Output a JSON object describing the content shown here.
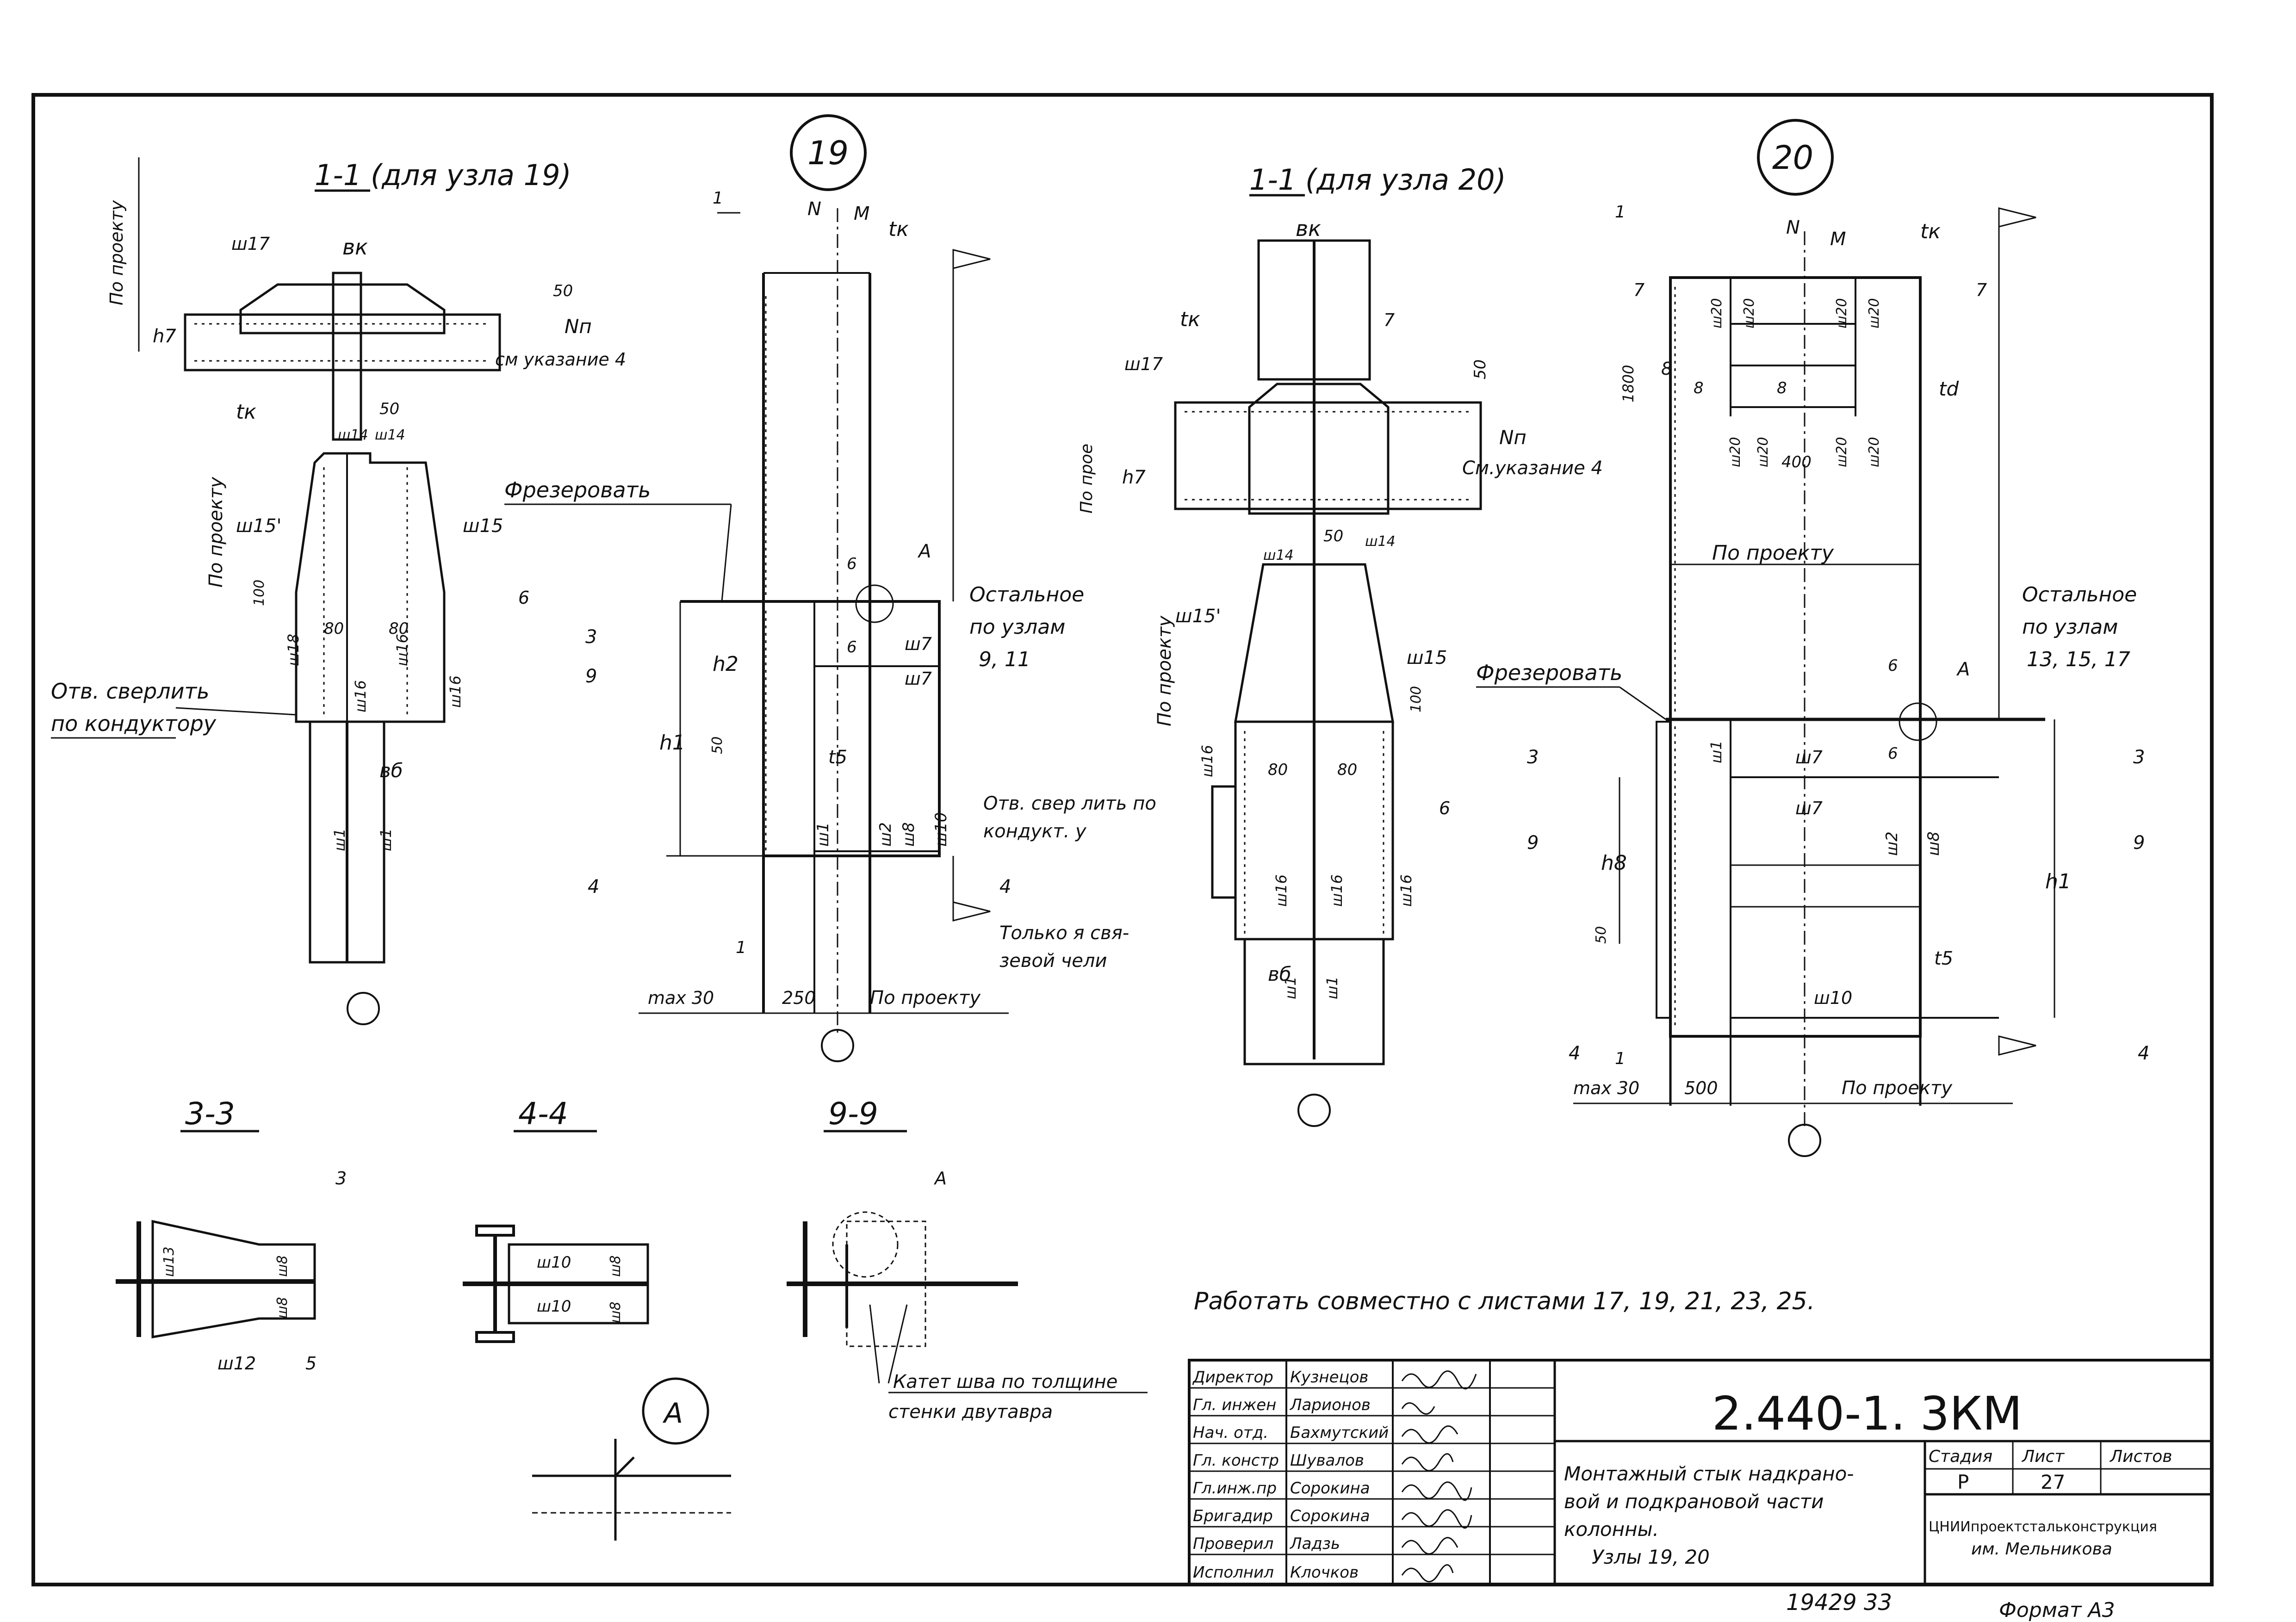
{
  "labels": {
    "section_1_1_node19": "1-1 (для узла 19)",
    "section_1_1_node20": "1-1 (для узла 20)",
    "node19": "19",
    "node20": "20",
    "section_3_3": "3-3",
    "section_4_4": "4-4",
    "section_9_9": "9-9",
    "detail_a": "A",
    "po_proektu": "По проекту",
    "po_proektu_short": "По прое",
    "frezerovat": "Фрезеровать",
    "otv_sverlit_1": "Отв. сверлить",
    "otv_sverlit_2": "по кондуктору",
    "otv_sver_1": "Отв. свер   лить по",
    "otv_sver_2": "кондукт. у",
    "see_note4": "см указание 4",
    "see_note4_b": "См.указание 4",
    "ostalnoe_19_1": "Остальное",
    "ostalnoe_19_2": "по узлам",
    "ostalnoe_19_3": "9, 11",
    "ostalnoe_20_1": "Остальное",
    "ostalnoe_20_2": "по узлам",
    "ostalnoe_20_3": "13, 15, 17",
    "tolko_1": "Только   я свя-",
    "tolko_2": "зевой   чели",
    "max30": "max 30",
    "d250": "250",
    "d500": "500",
    "kat_1": "Катет шва по толщине",
    "kat_2": "стенки двутавра",
    "work_together": "Работать совместно с листами 17, 19, 21, 23, 25.",
    "bk": "вк",
    "bb": "вб",
    "tk": "tк",
    "td": "td",
    "t5": "t5",
    "h1": "h1",
    "h2": "h2",
    "h7": "h7",
    "h8": "h8",
    "N": "N",
    "M": "M",
    "Nn": "Nп",
    "d50": "50",
    "d80": "80",
    "d100": "100",
    "d1800": "1800",
    "d400": "400",
    "w1": "ш1",
    "w2": "ш2",
    "w7": "ш7",
    "w8": "ш8",
    "w10": "ш10",
    "w12": "ш12",
    "w13": "ш13",
    "w14": "ш14",
    "w15": "ш15",
    "w15p": "ш15'",
    "w16": "ш16",
    "w17": "ш17",
    "w18": "ш18",
    "w20": "ш20",
    "m1": "1",
    "m3": "3",
    "m4": "4",
    "m5": "5",
    "m6": "6",
    "m7": "7",
    "m8": "8",
    "m9": "9"
  },
  "title_block": {
    "doc_number": "2.440-1. 3КМ",
    "description_1": "Монтажный стык надкрано-",
    "description_2": "вой и подкрановой части",
    "description_3": "колонны.",
    "description_4": "Узлы 19, 20",
    "stage_header": "Стадия",
    "sheet_header": "Лист",
    "sheets_header": "Листов",
    "stage": "Р",
    "sheet": "27",
    "org_1": "ЦНИИпроектстальконструкция",
    "org_2": "им. Мельникова",
    "roles": [
      {
        "role": "Директор",
        "name": "Кузнецов"
      },
      {
        "role": "Гл. инжен",
        "name": "Ларионов"
      },
      {
        "role": "Нач. отд.",
        "name": "Бахмутский"
      },
      {
        "role": "Гл. констр",
        "name": "Шувалов"
      },
      {
        "role": "Гл.инж.пр",
        "name": "Сорокина"
      },
      {
        "role": "Бригадир",
        "name": "Сорокина"
      },
      {
        "role": "Проверил",
        "name": "Ладзь"
      },
      {
        "role": "Исполнил",
        "name": "Клочков"
      }
    ]
  },
  "footer": {
    "inventory": "19429 33",
    "format": "Формат А3"
  }
}
